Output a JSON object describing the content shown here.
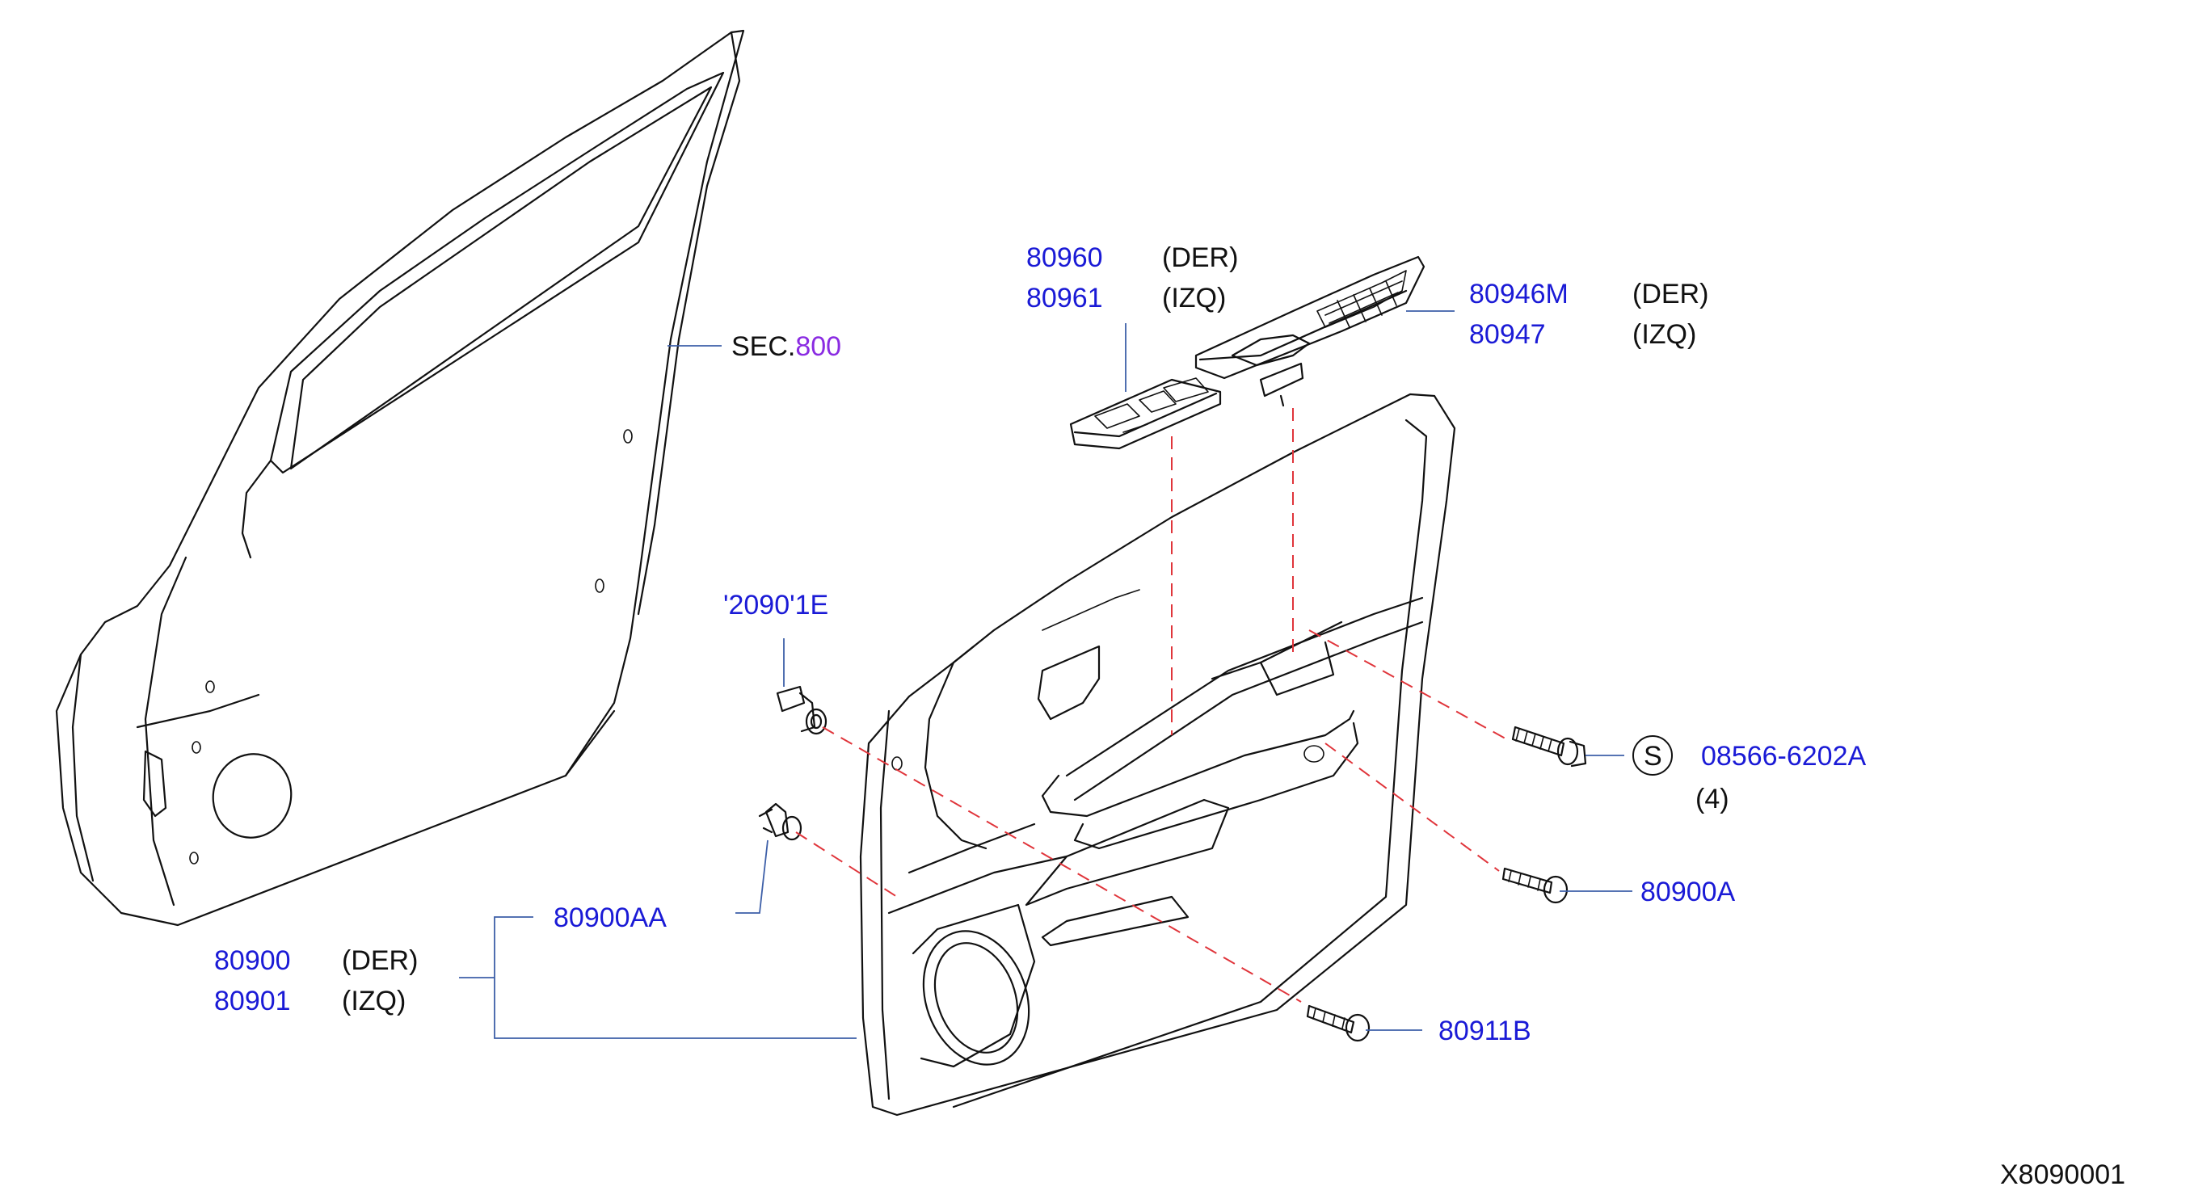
{
  "section_ref": {
    "prefix": "SEC.",
    "number": "800"
  },
  "callouts": {
    "switch": {
      "numbers": [
        "80960",
        "80961"
      ],
      "sides": [
        "(DER)",
        "(IZQ)"
      ]
    },
    "handle": {
      "numbers": [
        "80946M",
        "80947"
      ],
      "sides": [
        "(DER)",
        "(IZQ)"
      ]
    },
    "clip_top": {
      "number": "'2090'1E"
    },
    "screw_s": {
      "symbol": "S",
      "number": "08566-6202A",
      "qty": "(4)"
    },
    "clip_a": {
      "number": "80900A"
    },
    "clip_aa": {
      "number": "80900AA"
    },
    "screw_b": {
      "number": "80911B"
    },
    "trim": {
      "numbers": [
        "80900",
        "80901"
      ],
      "sides": [
        "(DER)",
        "(IZQ)"
      ]
    }
  },
  "diagram_id": "X8090001",
  "colors": {
    "part_number": "#1a1ad6",
    "leader": "#3d5fa8",
    "dashed_guide": "#e0353b",
    "line_art": "#111111",
    "section_highlight": "#8a2be2"
  }
}
